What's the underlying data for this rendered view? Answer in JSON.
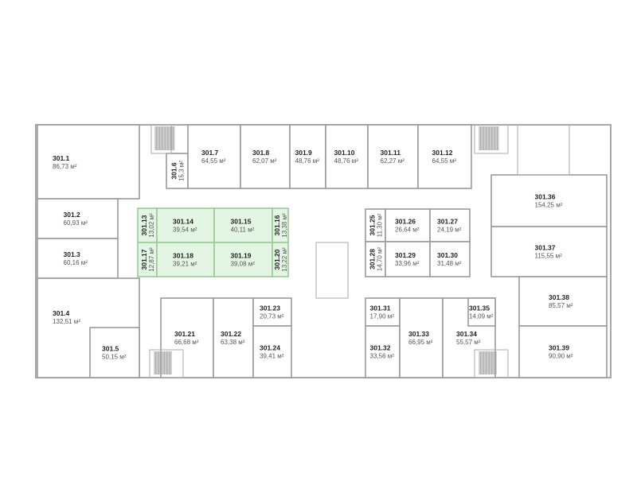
{
  "plan": {
    "rooms": [
      {
        "id": "301.1",
        "area": "86,73 м²",
        "selected": false
      },
      {
        "id": "301.2",
        "area": "60,93 м²",
        "selected": false
      },
      {
        "id": "301.3",
        "area": "60,16 м²",
        "selected": false
      },
      {
        "id": "301.4",
        "area": "132,51 м²",
        "selected": false
      },
      {
        "id": "301.5",
        "area": "50,15 м²",
        "selected": false
      },
      {
        "id": "301.6",
        "area": "15,3 м²",
        "selected": false
      },
      {
        "id": "301.7",
        "area": "64,55 м²",
        "selected": false
      },
      {
        "id": "301.8",
        "area": "62,07 м²",
        "selected": false
      },
      {
        "id": "301.9",
        "area": "48,76 м²",
        "selected": false
      },
      {
        "id": "301.10",
        "area": "48,76 м²",
        "selected": false
      },
      {
        "id": "301.11",
        "area": "62,27 м²",
        "selected": false
      },
      {
        "id": "301.12",
        "area": "64,55 м²",
        "selected": false
      },
      {
        "id": "301.13",
        "area": "13,02 м²",
        "selected": true
      },
      {
        "id": "301.14",
        "area": "39,54 м²",
        "selected": true
      },
      {
        "id": "301.15",
        "area": "40,11 м²",
        "selected": true
      },
      {
        "id": "301.16",
        "area": "13,38 м²",
        "selected": true
      },
      {
        "id": "301.17",
        "area": "12,87 м²",
        "selected": true
      },
      {
        "id": "301.18",
        "area": "39,21 м²",
        "selected": true
      },
      {
        "id": "301.19",
        "area": "39,08 м²",
        "selected": true
      },
      {
        "id": "301.20",
        "area": "13,22 м²",
        "selected": true
      },
      {
        "id": "301.21",
        "area": "66,68 м²",
        "selected": false
      },
      {
        "id": "301.22",
        "area": "63,38 м²",
        "selected": false
      },
      {
        "id": "301.23",
        "area": "20,73 м²",
        "selected": false
      },
      {
        "id": "301.24",
        "area": "39,41 м²",
        "selected": false
      },
      {
        "id": "301.25",
        "area": "11,30 м²",
        "selected": false
      },
      {
        "id": "301.26",
        "area": "26,64 м²",
        "selected": false
      },
      {
        "id": "301.27",
        "area": "24,19 м²",
        "selected": false
      },
      {
        "id": "301.28",
        "area": "14,70 м²",
        "selected": false
      },
      {
        "id": "301.29",
        "area": "33,96 м²",
        "selected": false
      },
      {
        "id": "301.30",
        "area": "31,48 м²",
        "selected": false
      },
      {
        "id": "301.31",
        "area": "17,90 м²",
        "selected": false
      },
      {
        "id": "301.32",
        "area": "33,56 м²",
        "selected": false
      },
      {
        "id": "301.33",
        "area": "66,95 м²",
        "selected": false
      },
      {
        "id": "301.34",
        "area": "55,57 м²",
        "selected": false
      },
      {
        "id": "301.35",
        "area": "14,09 м²",
        "selected": false
      },
      {
        "id": "301.36",
        "area": "154,25 м²",
        "selected": false
      },
      {
        "id": "301.37",
        "area": "115,55 м²",
        "selected": false
      },
      {
        "id": "301.38",
        "area": "85,57 м²",
        "selected": false
      },
      {
        "id": "301.39",
        "area": "90,90 м²",
        "selected": false
      }
    ]
  }
}
